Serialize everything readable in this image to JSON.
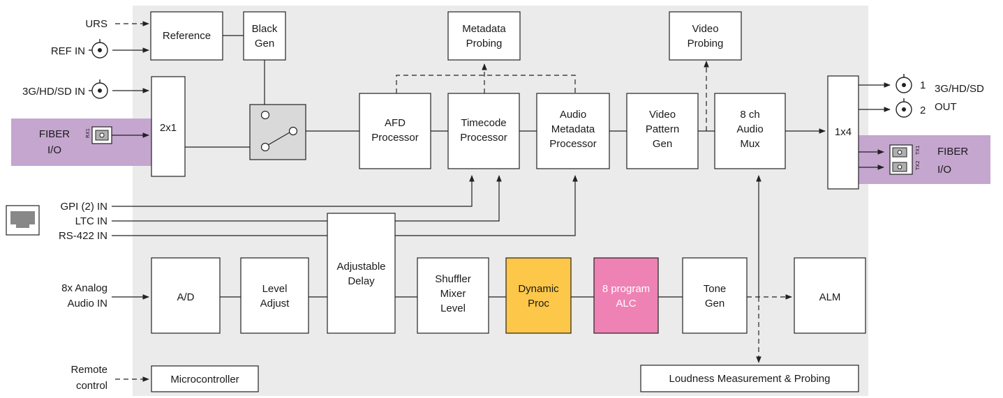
{
  "colors": {
    "panel": "#ebebeb",
    "fiber": "#c5a6cf",
    "dynamic": "#fdc749",
    "alc": "#ee82b4",
    "line": "#222222",
    "switch_fill": "#d9d9d9"
  },
  "inputs": {
    "urs": "URS",
    "ref_in": "REF IN",
    "sdi_in": "3G/HD/SD IN",
    "fiber_in_1": "FIBER",
    "fiber_in_2": "I/O",
    "rx1": "RX1",
    "gpi": "GPI (2) IN",
    "ltc": "LTC IN",
    "rs422": "RS-422 IN",
    "analog_1": "8x Analog",
    "analog_2": "Audio IN",
    "remote_1": "Remote",
    "remote_2": "control"
  },
  "outputs": {
    "port1": "1",
    "port2": "2",
    "sdi_out_1": "3G/HD/SD",
    "sdi_out_2": "OUT",
    "fiber_out_1": "FIBER",
    "fiber_out_2": "I/O",
    "tx1": "TX1",
    "tx2": "TX2"
  },
  "blocks": {
    "reference": [
      "Reference"
    ],
    "black_gen": [
      "Black",
      "Gen"
    ],
    "metadata_probing": [
      "Metadata",
      "Probing"
    ],
    "video_probing": [
      "Video",
      "Probing"
    ],
    "mux_2x1": [
      "2x1"
    ],
    "afd": [
      "AFD",
      "Processor"
    ],
    "timecode": [
      "Timecode",
      "Processor"
    ],
    "audio_meta": [
      "Audio",
      "Metadata",
      "Processor"
    ],
    "video_pattern": [
      "Video",
      "Pattern",
      "Gen"
    ],
    "audio_mux": [
      "8 ch",
      "Audio",
      "Mux"
    ],
    "split_1x4": [
      "1x4"
    ],
    "ad": [
      "A/D"
    ],
    "level_adjust": [
      "Level",
      "Adjust"
    ],
    "adj_delay": [
      "Adjustable",
      "Delay"
    ],
    "shuffler": [
      "Shuffler",
      "Mixer",
      "Level"
    ],
    "dynamic": [
      "Dynamic",
      "Proc"
    ],
    "alc": [
      "8 program",
      "ALC"
    ],
    "tone_gen": [
      "Tone",
      "Gen"
    ],
    "alm": [
      "ALM"
    ],
    "microcontroller": [
      "Microcontroller"
    ],
    "loudness": [
      "Loudness Measurement & Probing"
    ]
  },
  "icons": {
    "bnc": "bnc-connector-icon",
    "ethernet": "ethernet-port-icon",
    "fiber": "fiber-connector-icon",
    "switch": "switch-icon"
  }
}
